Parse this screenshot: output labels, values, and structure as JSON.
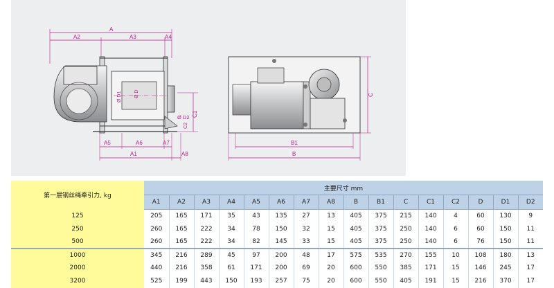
{
  "drawing": {
    "dims_top": [
      "A",
      "A2",
      "A3",
      "A4"
    ],
    "dims_bottom": [
      "A5",
      "A6",
      "A7",
      "A1",
      "A8"
    ],
    "dims_side": [
      "Ø D1",
      "Ø D",
      "C1",
      "Ø D2",
      "C2"
    ],
    "dims_right": [
      "B1",
      "B",
      "C"
    ]
  },
  "table": {
    "title": "主要尺寸 mm",
    "label": "第一层钢丝绳牵引力, kg",
    "columns": [
      "A1",
      "A2",
      "A3",
      "A4",
      "A5",
      "A6",
      "A7",
      "A8",
      "B",
      "B1",
      "C",
      "C1",
      "C2",
      "D",
      "D1",
      "D2"
    ],
    "rows": [
      {
        "load": "125",
        "values": [
          "205",
          "165",
          "171",
          "35",
          "43",
          "135",
          "27",
          "13",
          "405",
          "375",
          "215",
          "140",
          "4",
          "60",
          "130",
          "9"
        ]
      },
      {
        "load": "250",
        "values": [
          "260",
          "165",
          "222",
          "34",
          "78",
          "150",
          "32",
          "15",
          "405",
          "375",
          "250",
          "140",
          "6",
          "60",
          "150",
          "11"
        ]
      },
      {
        "load": "500",
        "values": [
          "260",
          "165",
          "222",
          "34",
          "82",
          "145",
          "33",
          "15",
          "405",
          "375",
          "250",
          "140",
          "6",
          "76",
          "150",
          "11"
        ]
      },
      {
        "load": "1000",
        "values": [
          "345",
          "216",
          "289",
          "45",
          "97",
          "200",
          "48",
          "17",
          "575",
          "535",
          "270",
          "155",
          "10",
          "108",
          "180",
          "13"
        ]
      },
      {
        "load": "2000",
        "values": [
          "440",
          "216",
          "358",
          "61",
          "171",
          "200",
          "69",
          "20",
          "600",
          "550",
          "385",
          "171",
          "15",
          "146",
          "245",
          "17"
        ]
      },
      {
        "load": "3200",
        "values": [
          "525",
          "199",
          "443",
          "150",
          "193",
          "257",
          "75",
          "20",
          "600",
          "550",
          "405",
          "191",
          "15",
          "216",
          "370",
          "17"
        ]
      }
    ]
  }
}
